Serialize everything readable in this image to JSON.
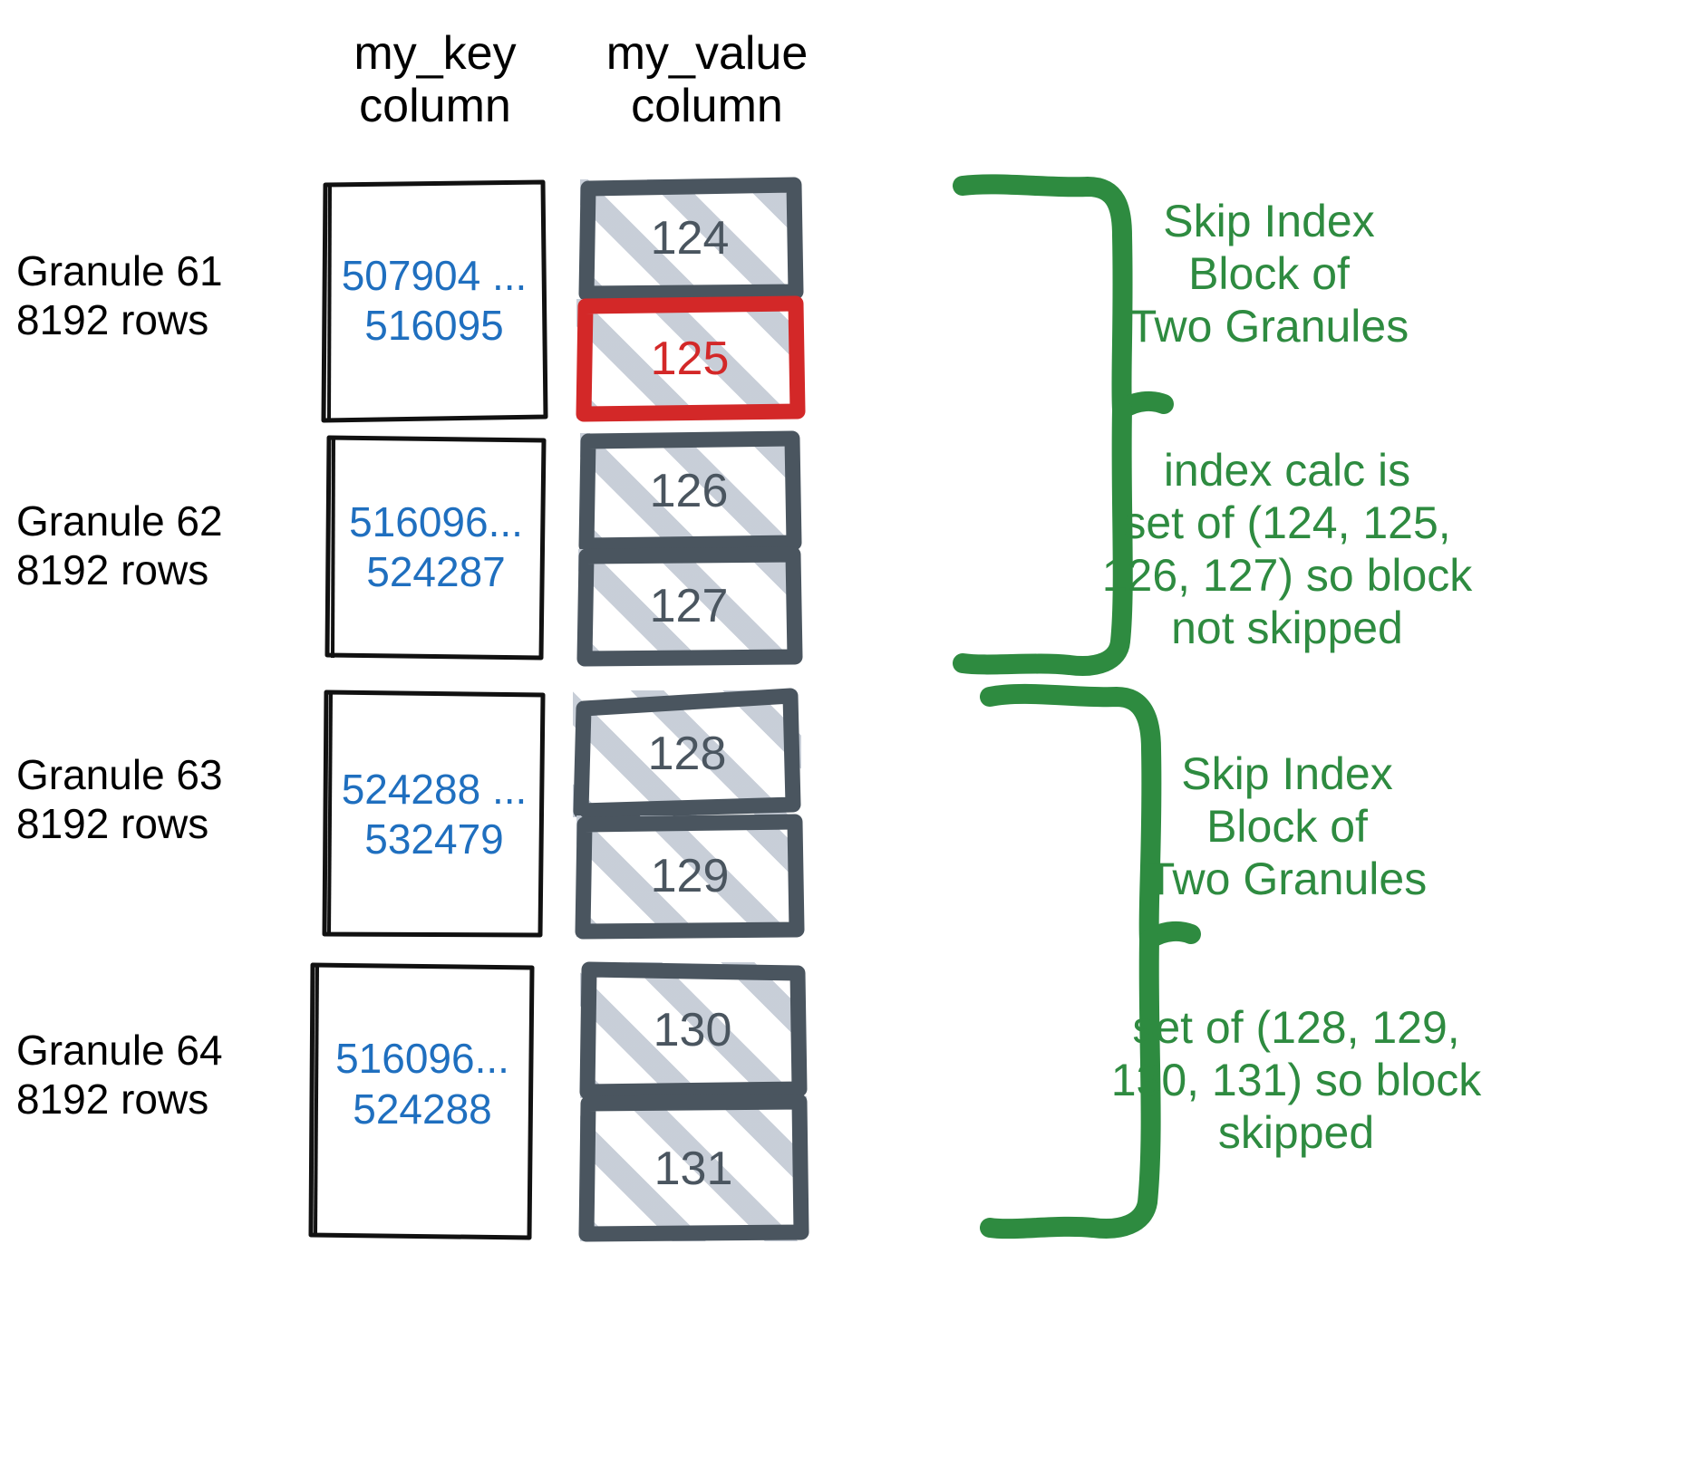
{
  "columns": {
    "key_header": "my_key\ncolumn",
    "value_header": "my_value\ncolumn"
  },
  "colors": {
    "key_value_blue": "#1f6fbf",
    "value_slate": "#4a555f",
    "hatch_gray": "#c5ccd6",
    "highlight_red": "#d32828",
    "annotation_green": "#2e8b40",
    "label_black": "#000000"
  },
  "granules": [
    {
      "label": "Granule 61\n8192 rows",
      "key_range": "507904 ...\n516095",
      "values": [
        {
          "num": "124",
          "highlighted": false
        },
        {
          "num": "125",
          "highlighted": true
        }
      ]
    },
    {
      "label": "Granule 62\n8192 rows",
      "key_range": "516096...\n524287",
      "values": [
        {
          "num": "126",
          "highlighted": false
        },
        {
          "num": "127",
          "highlighted": false
        }
      ]
    },
    {
      "label": "Granule 63\n8192 rows",
      "key_range": "524288 ...\n532479",
      "values": [
        {
          "num": "128",
          "highlighted": false
        },
        {
          "num": "129",
          "highlighted": false
        }
      ]
    },
    {
      "label": "Granule 64\n8192 rows",
      "key_range": "516096...\n524288",
      "values": [
        {
          "num": "130",
          "highlighted": false
        },
        {
          "num": "131",
          "highlighted": false
        }
      ]
    }
  ],
  "annotations": [
    {
      "text": "Skip Index\nBlock of\nTwo Granules"
    },
    {
      "text": "index calc is\nset of (124, 125,\n126, 127) so block\nnot skipped"
    },
    {
      "text": "Skip Index\nBlock of\nTwo Granules"
    },
    {
      "text": "set of (128, 129,\n130, 131) so block\nskipped"
    }
  ]
}
